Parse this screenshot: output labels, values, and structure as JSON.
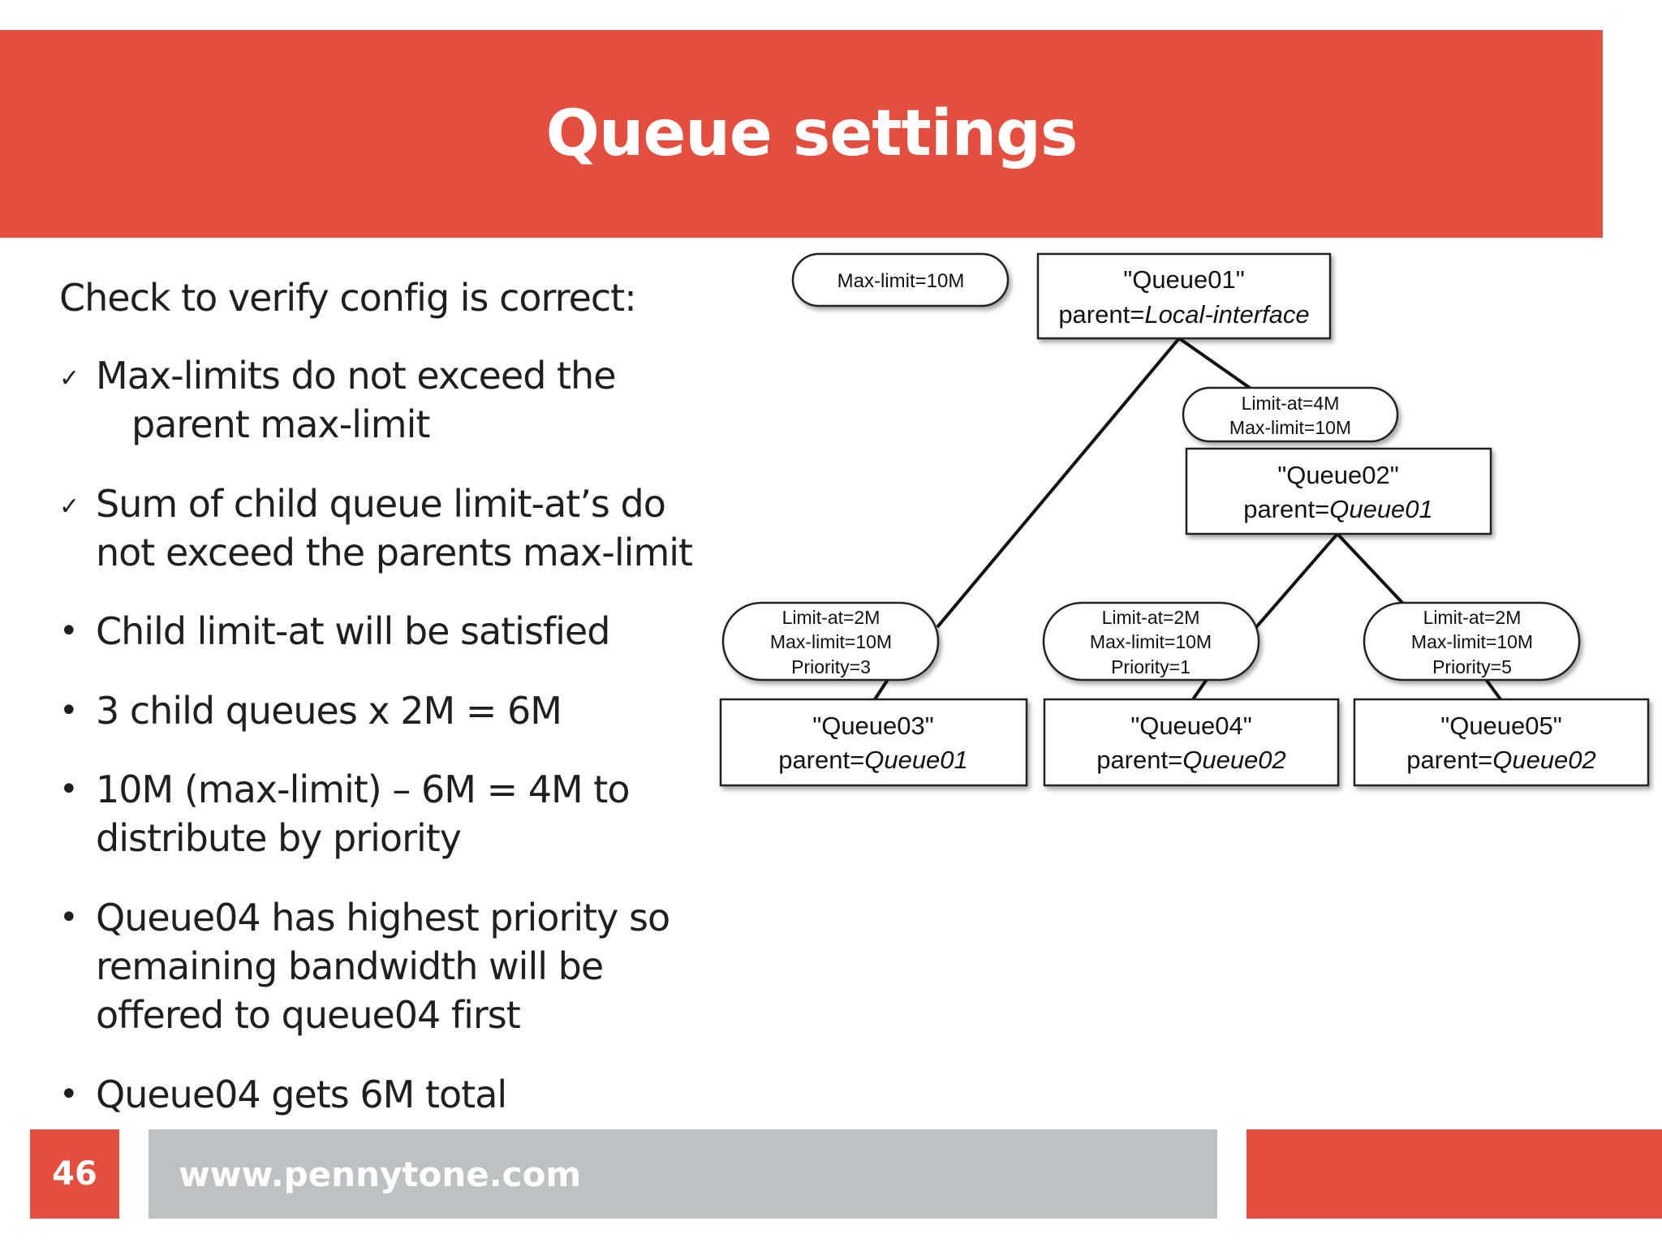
{
  "slide": {
    "title": "Queue settings",
    "intro": "Check to verify config is correct:",
    "bullets": [
      {
        "mark": "check",
        "lines": [
          "Max-limits do not exceed the",
          "parent max-limit"
        ]
      },
      {
        "mark": "check",
        "lines": [
          "Sum of child queue limit-at’s do",
          "not exceed the parents max-limit"
        ]
      },
      {
        "mark": "dot",
        "lines": [
          "Child limit-at will be satisfied"
        ]
      },
      {
        "mark": "dot",
        "lines": [
          "3 child queues x 2M = 6M"
        ]
      },
      {
        "mark": "dot",
        "lines": [
          "10M (max-limit) – 6M = 4M to",
          "distribute by priority"
        ]
      },
      {
        "mark": "dot",
        "lines": [
          "Queue04 has highest priority so",
          "remaining bandwidth will be",
          "offered to queue04 first"
        ]
      },
      {
        "mark": "dot",
        "lines": [
          "Queue04 gets 6M total"
        ]
      }
    ]
  },
  "diagram": {
    "queues": {
      "q01": {
        "name": "\"Queue01\"",
        "parent_label": "parent=",
        "parent": "Local-interface",
        "note": [
          "Max-limit=10M"
        ]
      },
      "q02": {
        "name": "\"Queue02\"",
        "parent_label": "parent=",
        "parent": "Queue01",
        "note": [
          "Limit-at=4M",
          "Max-limit=10M"
        ]
      },
      "q03": {
        "name": "\"Queue03\"",
        "parent_label": "parent=",
        "parent": "Queue01",
        "note": [
          "Limit-at=2M",
          "Max-limit=10M",
          "Priority=3"
        ]
      },
      "q04": {
        "name": "\"Queue04\"",
        "parent_label": "parent=",
        "parent": "Queue02",
        "note": [
          "Limit-at=2M",
          "Max-limit=10M",
          "Priority=1"
        ]
      },
      "q05": {
        "name": "\"Queue05\"",
        "parent_label": "parent=",
        "parent": "Queue02",
        "note": [
          "Limit-at=2M",
          "Max-limit=10M",
          "Priority=5"
        ]
      }
    }
  },
  "footer": {
    "page_number": "46",
    "url": "www.pennytone.com"
  },
  "colors": {
    "accent": "#e44e3f",
    "footer_gray": "#bcc1c4"
  }
}
